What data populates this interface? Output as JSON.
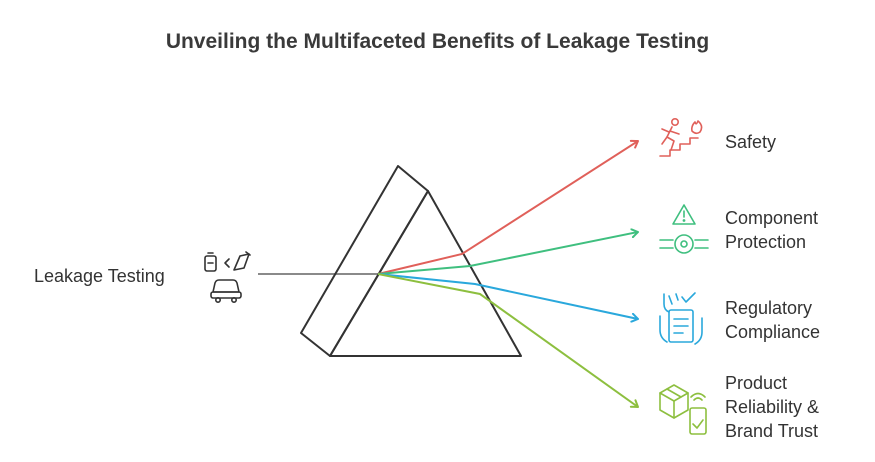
{
  "title": "Unveiling the Multifaceted Benefits of Leakage Testing",
  "source": {
    "label": "Leakage Testing",
    "icon": "car-leak-test-icon"
  },
  "benefits": [
    {
      "lines": [
        "Safety"
      ],
      "icon": "safety-stairs-icon",
      "color": "#e0605a"
    },
    {
      "lines": [
        "Component",
        "Protection"
      ],
      "icon": "warning-component-icon",
      "color": "#3fbf7f"
    },
    {
      "lines": [
        "Regulatory",
        "Compliance"
      ],
      "icon": "checklist-document-icon",
      "color": "#2aa8dc"
    },
    {
      "lines": [
        "Product",
        "Reliability &",
        "Brand Trust"
      ],
      "icon": "package-check-icon",
      "color": "#8dbf3f"
    }
  ],
  "colors": {
    "source_line": "#8a8a8a",
    "prism": "#333333"
  }
}
